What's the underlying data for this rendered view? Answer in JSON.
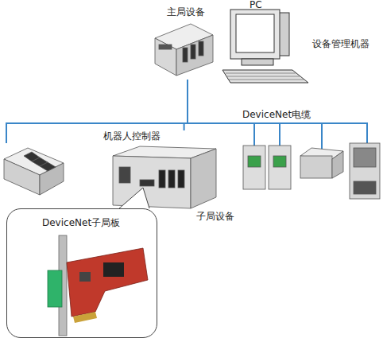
{
  "diagram": {
    "nodes": [
      {
        "text": [
          "主局设备"
        ]
      },
      {
        "text": [
          "PC",
          "设备管理机器"
        ]
      },
      {
        "text": [
          "机器人控制器"
        ]
      },
      {
        "text": [
          "DeviceNet子局板"
        ]
      }
    ],
    "edges": [
      {
        "from": 0,
        "to": 2,
        "arrow": "none"
      }
    ],
    "labels": [
      "DeviceNet电缆",
      "子局设备"
    ]
  }
}
